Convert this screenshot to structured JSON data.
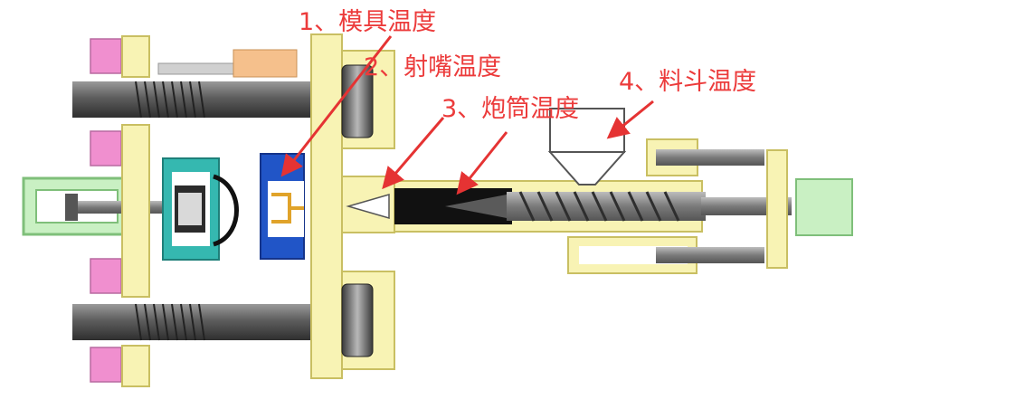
{
  "labels": {
    "mold_temp": "1、模具温度",
    "nozzle_temp": "2、射嘴温度",
    "barrel_temp": "3、炮筒温度",
    "hopper_temp": "4、料斗温度"
  },
  "colors": {
    "frame_yellow": "#f8f3b4",
    "frame_stroke": "#c9bf62",
    "rod_gray": "#7d7d7d",
    "dark": "#3a3a3a",
    "pink": "#f08fcf",
    "teal": "#35b8b0",
    "mold_blue": "#2155c7",
    "gold": "#e0a32a",
    "light_green": "#c9f0c3",
    "peach": "#f5c08c",
    "black": "#111111",
    "annotation_red": "#e53333"
  }
}
